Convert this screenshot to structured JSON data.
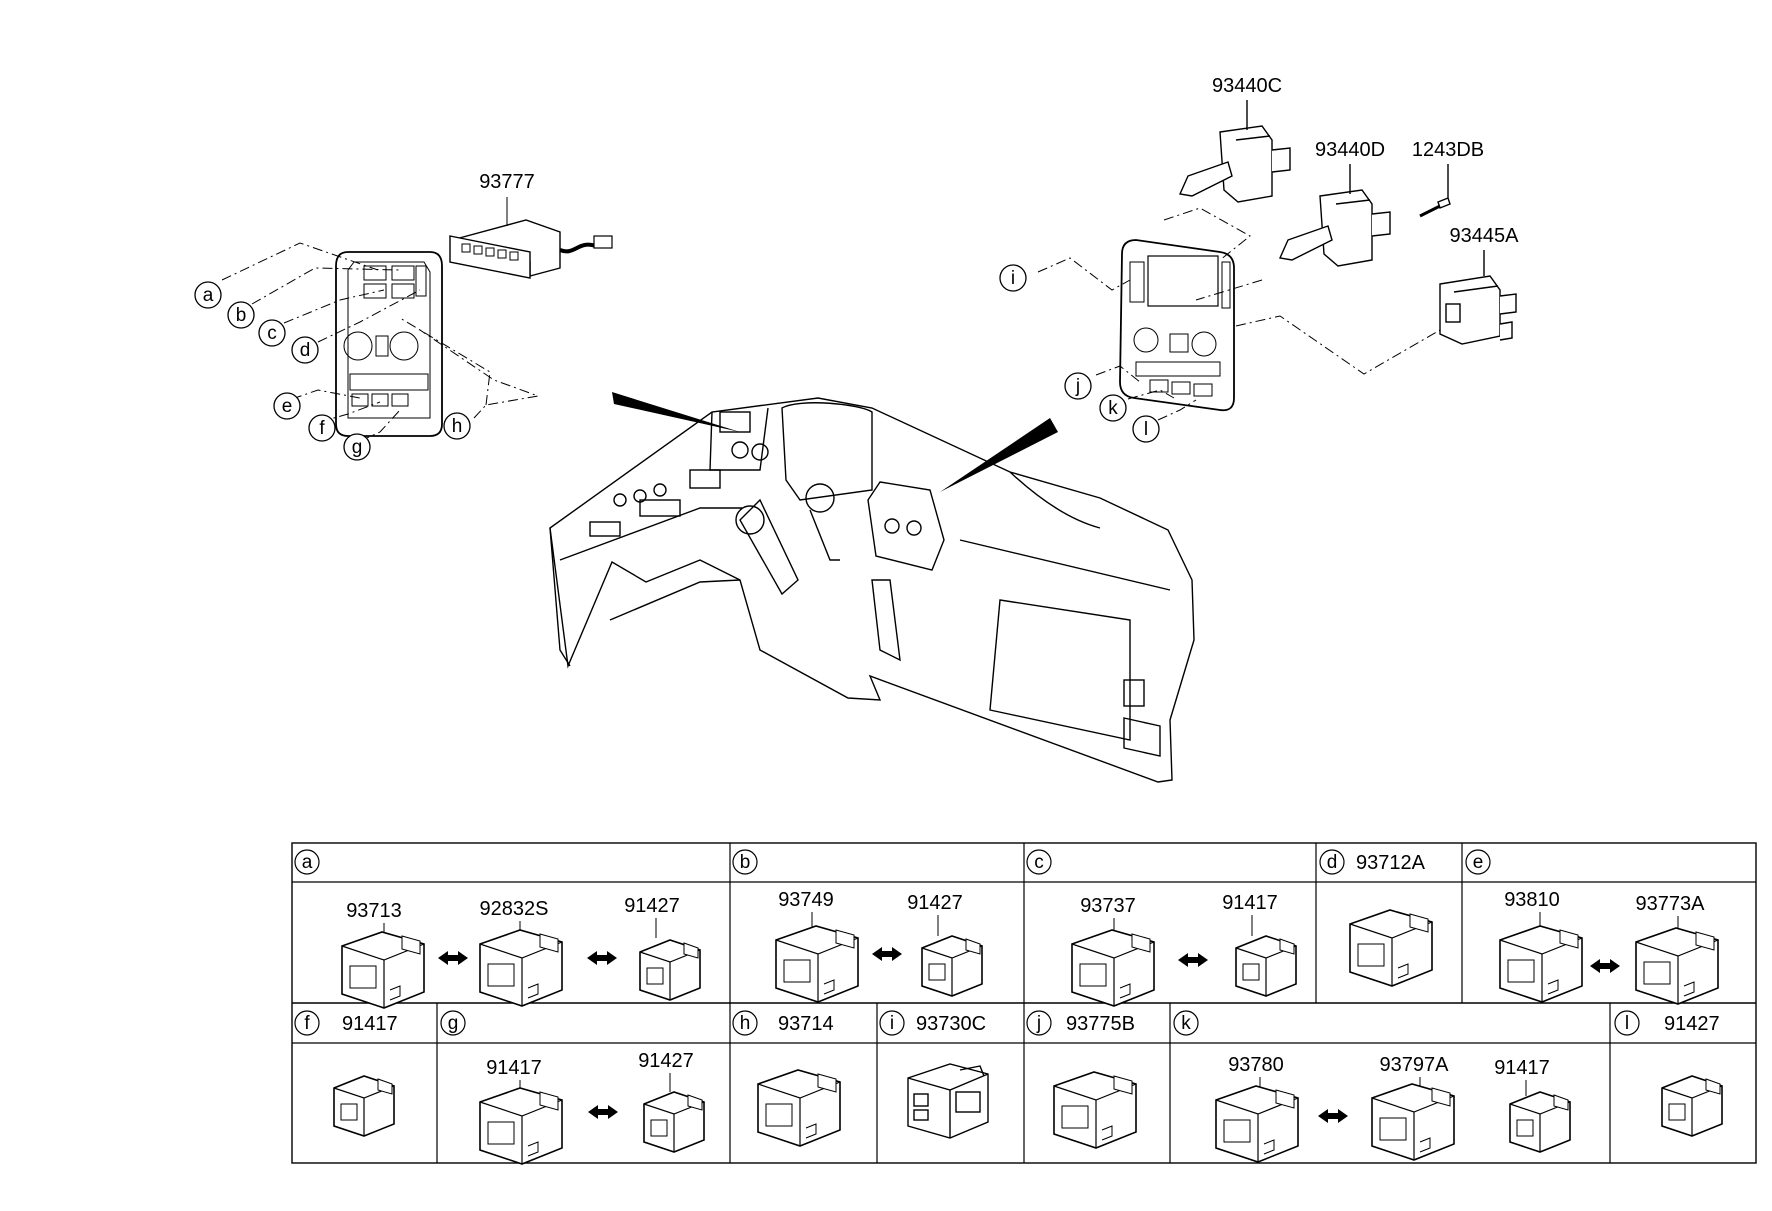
{
  "callouts": {
    "top_left": [
      "a",
      "b",
      "c",
      "d",
      "e",
      "f",
      "g",
      "h"
    ],
    "top_right": [
      "i",
      "j",
      "k",
      "l"
    ]
  },
  "part_numbers": {
    "p93777": "93777",
    "p93440C": "93440C",
    "p93440D": "93440D",
    "p1243DB": "1243DB",
    "p93445A": "93445A"
  },
  "table": {
    "row1": [
      {
        "letter": "a",
        "header_part": "",
        "parts": [
          "93713",
          "92832S",
          "91427"
        ]
      },
      {
        "letter": "b",
        "header_part": "",
        "parts": [
          "93749",
          "91427"
        ]
      },
      {
        "letter": "c",
        "header_part": "",
        "parts": [
          "93737",
          "91417"
        ]
      },
      {
        "letter": "d",
        "header_part": "93712A",
        "parts": []
      },
      {
        "letter": "e",
        "header_part": "",
        "parts": [
          "93810",
          "93773A"
        ]
      }
    ],
    "row2": [
      {
        "letter": "f",
        "header_part": "91417",
        "parts": []
      },
      {
        "letter": "g",
        "header_part": "",
        "parts": [
          "91417",
          "91427"
        ]
      },
      {
        "letter": "h",
        "header_part": "93714",
        "parts": []
      },
      {
        "letter": "i",
        "header_part": "93730C",
        "parts": []
      },
      {
        "letter": "j",
        "header_part": "93775B",
        "parts": []
      },
      {
        "letter": "k",
        "header_part": "",
        "parts": [
          "93780",
          "93797A",
          "91417"
        ]
      },
      {
        "letter": "l",
        "header_part": "91427",
        "parts": []
      }
    ]
  }
}
